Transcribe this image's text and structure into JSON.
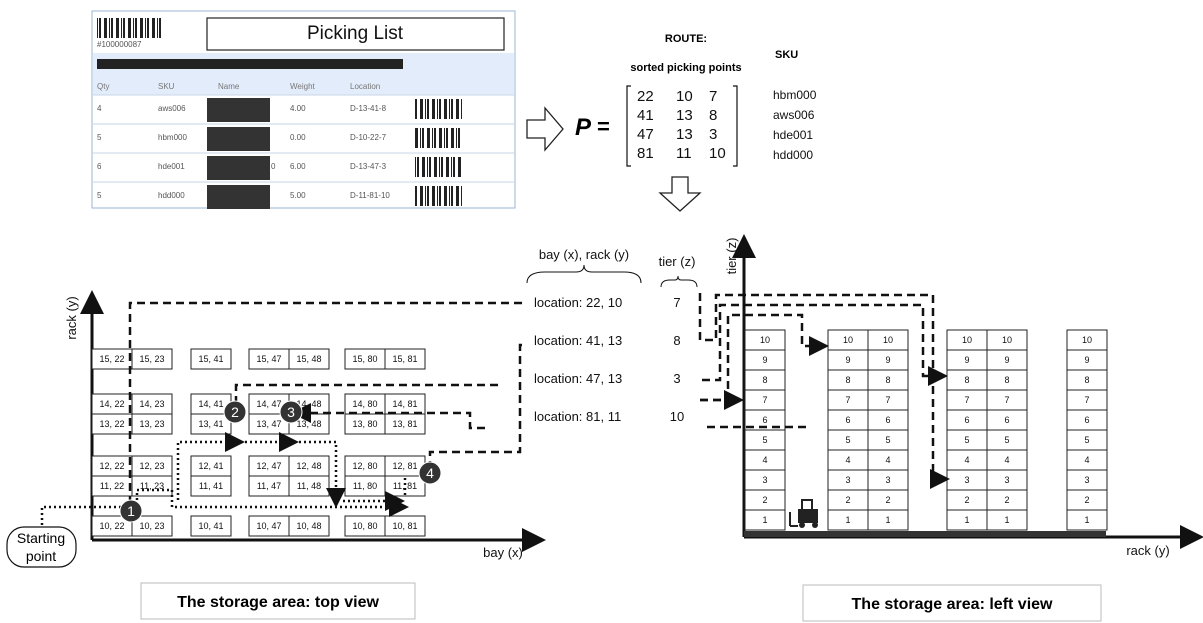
{
  "picking_list": {
    "barcode_id": "#100000087",
    "title": "Picking List",
    "columns": [
      "Qty",
      "SKU",
      "Name",
      "Weight",
      "Location"
    ],
    "rows": [
      {
        "qty": "4",
        "sku": "aws006",
        "weight": "4.00",
        "location": "D-13-41-8"
      },
      {
        "qty": "5",
        "sku": "hbm000",
        "weight": "0.00",
        "location": "D-10-22-7"
      },
      {
        "qty": "6",
        "sku": "hde001",
        "weight": "6.00",
        "location": "D-13-47-3"
      },
      {
        "qty": "5",
        "sku": "hdd000",
        "weight": "5.00",
        "location": "D-11-81-10"
      }
    ],
    "stray_digit": "0"
  },
  "route": {
    "title": "ROUTE:",
    "subtitle": "sorted picking points",
    "sku_header": "SKU",
    "matrix_symbol": "P",
    "equals": "=",
    "matrix": [
      [
        "22",
        "10",
        "7"
      ],
      [
        "41",
        "13",
        "8"
      ],
      [
        "47",
        "13",
        "3"
      ],
      [
        "81",
        "11",
        "10"
      ]
    ],
    "skus": [
      "hbm000",
      "aws006",
      "hde001",
      "hdd000"
    ]
  },
  "locations": {
    "header_bay_rack": "bay (x), rack (y)",
    "header_tier": "tier (z)",
    "items": [
      {
        "label": "location: 22, 10",
        "tier": "7"
      },
      {
        "label": "location: 41, 13",
        "tier": "8"
      },
      {
        "label": "location: 47, 13",
        "tier": "3"
      },
      {
        "label": "location: 81, 11",
        "tier": "10"
      }
    ]
  },
  "top_view": {
    "y_axis": "rack (y)",
    "x_axis": "bay (x)",
    "start_label_line1": "Starting",
    "start_label_line2": "point",
    "caption": "The storage area: top view",
    "stops": [
      "1",
      "2",
      "3",
      "4"
    ],
    "columns": [
      {
        "x": 22,
        "rows": [
          10,
          11,
          12,
          13,
          14,
          15
        ]
      },
      {
        "x": 23,
        "rows": [
          10,
          11,
          12,
          13,
          14,
          15
        ]
      },
      {
        "x": 41,
        "rows": [
          10,
          11,
          12,
          13,
          14,
          15
        ]
      },
      {
        "x": 47,
        "rows": [
          10,
          11,
          12,
          13,
          14,
          15
        ]
      },
      {
        "x": 48,
        "rows": [
          10,
          11,
          12,
          13,
          14,
          15
        ]
      },
      {
        "x": 80,
        "rows": [
          10,
          11,
          12,
          13,
          14,
          15
        ]
      },
      {
        "x": 81,
        "rows": [
          10,
          11,
          12,
          13,
          14,
          15
        ]
      }
    ]
  },
  "left_view": {
    "y_axis": "tier (z)",
    "x_axis": "rack (y)",
    "caption": "The storage area: left view",
    "tiers": [
      "1",
      "2",
      "3",
      "4",
      "5",
      "6",
      "7",
      "8",
      "9",
      "10"
    ]
  }
}
